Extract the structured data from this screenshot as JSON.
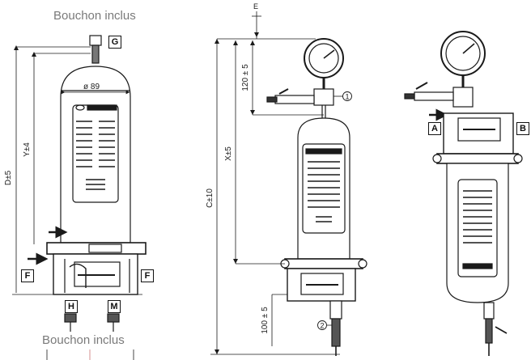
{
  "labels": {
    "bouchon_top": "Bouchon inclus",
    "bouchon_bottom": "Bouchon inclus",
    "g": "G",
    "f_left": "F",
    "f_right": "F",
    "h": "H",
    "m": "M",
    "a": "A",
    "b": "B",
    "e": "E"
  },
  "dimensions": {
    "diameter": "ø 89",
    "d": "D±5",
    "y": "Y±4",
    "c": "C±10",
    "x": "X±5",
    "top": "120 ± 5",
    "bottom": "100 ± 5"
  },
  "callouts": {
    "one": "1",
    "two": "2"
  },
  "colors": {
    "line": "#1a1a1a",
    "label_gray": "#7a7a7a"
  }
}
